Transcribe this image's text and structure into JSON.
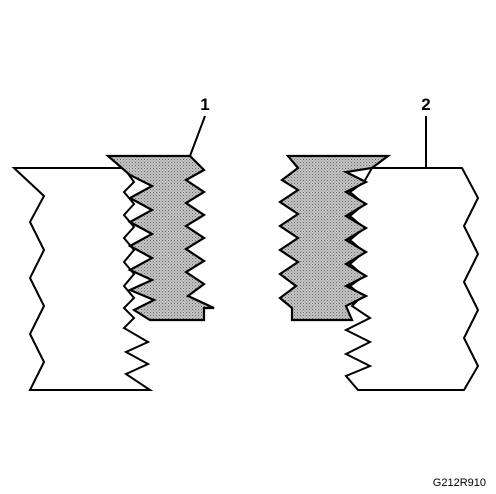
{
  "callouts": [
    {
      "id": "1",
      "label": "1"
    },
    {
      "id": "2",
      "label": "2"
    }
  ],
  "reference_code": "G212R910",
  "colors": {
    "insert_fill": "#b8b8b8",
    "outline": "#000000",
    "background": "#ffffff"
  }
}
